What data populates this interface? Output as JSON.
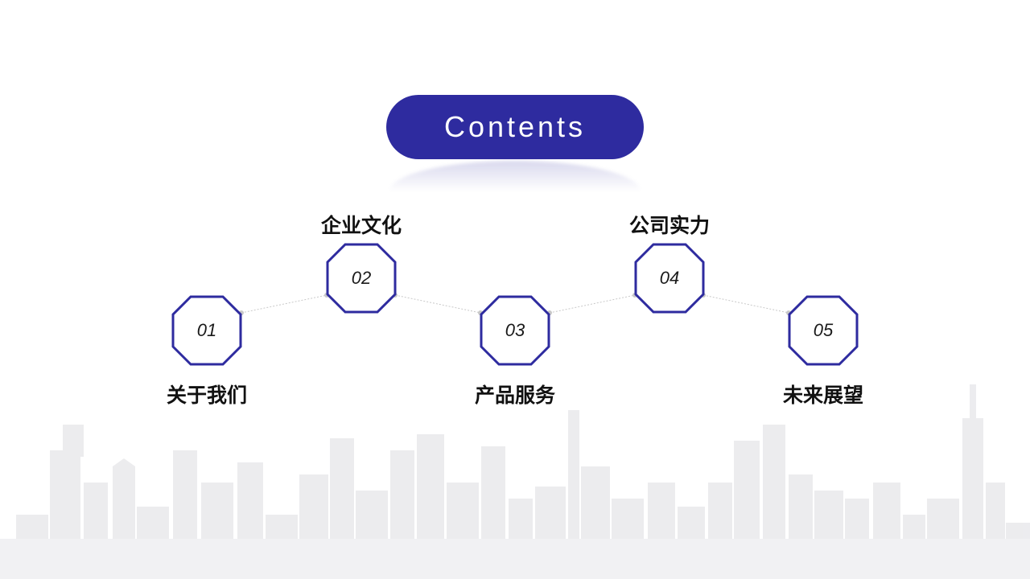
{
  "title": "Contents",
  "colors": {
    "accent": "#2e2b9f",
    "connector": "#c8c8c8",
    "skyline": "#e9e9ec"
  },
  "items": [
    {
      "number": "01",
      "label": "关于我们"
    },
    {
      "number": "02",
      "label": "企业文化"
    },
    {
      "number": "03",
      "label": "产品服务"
    },
    {
      "number": "04",
      "label": "公司实力"
    },
    {
      "number": "05",
      "label": "未来展望"
    }
  ]
}
